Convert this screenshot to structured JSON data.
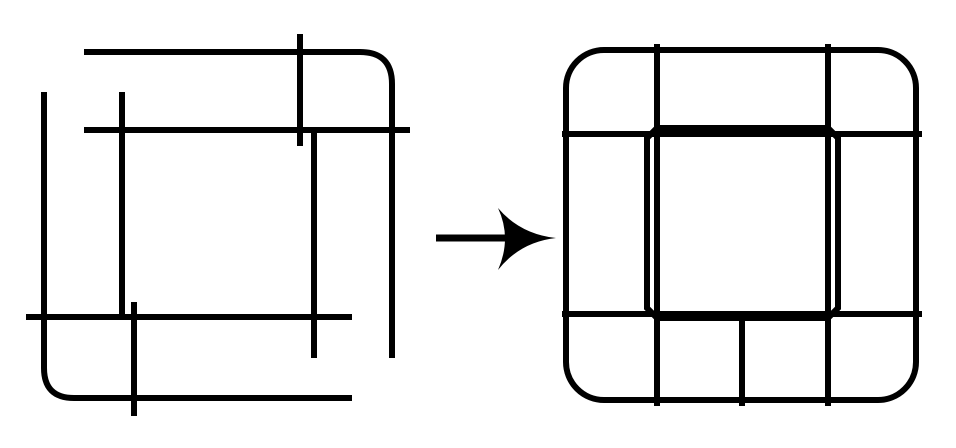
{
  "diagram": {
    "type": "line-assembly-transformation",
    "description_panels": [
      "scattered-strokes",
      "assembled-frame"
    ],
    "connector": "right-arrow",
    "colors": {
      "stroke": "#000000",
      "background": "#ffffff"
    }
  }
}
